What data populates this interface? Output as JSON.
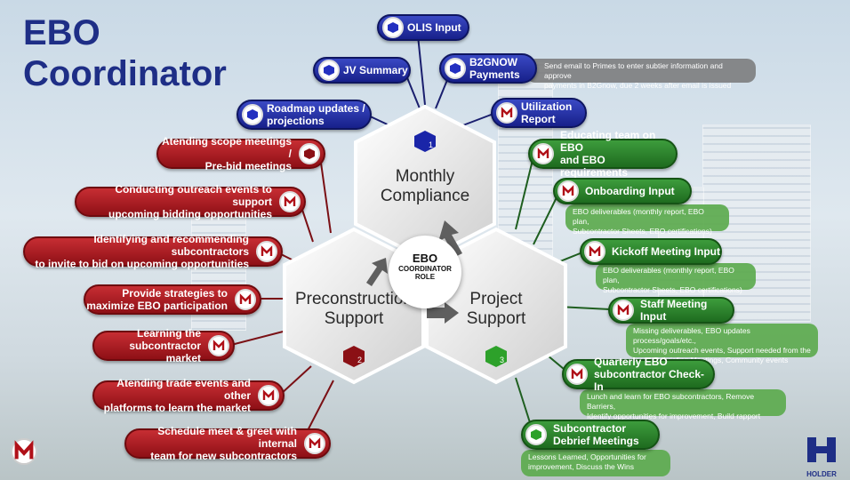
{
  "title_line1": "EBO",
  "title_line2": "Coordinator",
  "center": {
    "line1": "EBO",
    "line2": "COORDINATOR",
    "line3": "ROLE"
  },
  "hexes": {
    "monthly": {
      "line1": "Monthly",
      "line2": "Compliance",
      "number": "1",
      "color": "#1a25a8"
    },
    "precon": {
      "line1": "Preconstruction",
      "line2": "Support",
      "number": "2",
      "color": "#8b1015"
    },
    "project": {
      "line1": "Project",
      "line2": "Support",
      "number": "3",
      "color": "#2da12a"
    }
  },
  "blue_items": [
    {
      "line1": "OLIS Input",
      "line2": ""
    },
    {
      "line1": "JV Summary",
      "line2": ""
    },
    {
      "line1": "B2GNOW",
      "line2": "Payments"
    },
    {
      "line1": "Roadmap updates /",
      "line2": "projections"
    },
    {
      "line1": "Utilization",
      "line2": "Report"
    }
  ],
  "b2gnow_note": {
    "line1": "Send email to Primes to enter subtier information and approve",
    "line2": "payments in B2Gnow, due 2 weeks after email is issued"
  },
  "red_items": [
    {
      "line1": "Atending scope meetings /",
      "line2": "Pre-bid meetings"
    },
    {
      "line1": "Conducting outreach events to support",
      "line2": "upcoming bidding opportunities"
    },
    {
      "line1": "Identifying and recommending subcontractors",
      "line2": "to invite to bid on upcoming opportunities"
    },
    {
      "line1": "Provide strategies to",
      "line2": "maximize EBO participation"
    },
    {
      "line1": "Learning the",
      "line2": "subcontractor market"
    },
    {
      "line1": "Atending trade events and other",
      "line2": "platforms to learn the market"
    },
    {
      "line1": "Schedule meet & greet with internal",
      "line2": "team for new subcontractors"
    }
  ],
  "green_items": [
    {
      "line1": "Educating team on EBO",
      "line2": "and EBO requirements"
    },
    {
      "line1": "Onboarding Input",
      "line2": ""
    },
    {
      "line1": "Kickoff Meeting Input",
      "line2": ""
    },
    {
      "line1": "Staff Meeting Input",
      "line2": ""
    },
    {
      "line1": "Quarterly EBO",
      "line2": "subcontractor Check-In"
    },
    {
      "line1": "Subcontractor",
      "line2": "Debrief Meetings"
    }
  ],
  "green_notes": [
    {
      "line1": "EBO deliverables (monthly report, EBO plan,",
      "line2": "Subcontractor Sheets, EBO certifications)",
      "line3": ""
    },
    {
      "line1": "EBO deliverables (monthly report, EBO plan,",
      "line2": "Subcontractor Sheets, EBO certifications)",
      "line3": ""
    },
    {
      "line1": "Missing deliverables, EBO updates process/goals/etc.,",
      "line2": "Upcoming outreach events, Support needed from the",
      "line3": "team, Debriefing Meetings, Community events"
    },
    {
      "line1": "Lunch and learn for EBO subcontractors, Remove Barriers,",
      "line2": "Identify opportunities for improvement, Build rapport",
      "line3": ""
    },
    {
      "line1": "Lessons Learned, Opportunities for",
      "line2": "improvement, Discuss the Wins",
      "line3": ""
    }
  ],
  "holder_logo": "HOLDER"
}
